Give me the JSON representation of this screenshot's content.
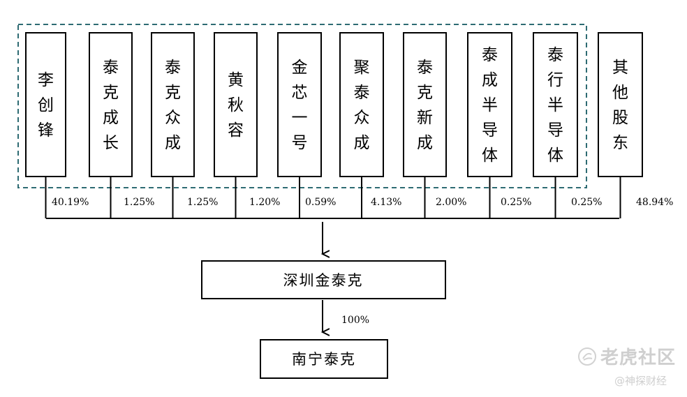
{
  "holders": [
    {
      "name": "李创锋",
      "pct": "40.19%"
    },
    {
      "name": "泰克成长",
      "pct": "1.25%"
    },
    {
      "name": "泰克众成",
      "pct": "1.25%"
    },
    {
      "name": "黄秋容",
      "pct": "1.20%"
    },
    {
      "name": "金芯一号",
      "pct": "0.59%"
    },
    {
      "name": "聚泰众成",
      "pct": "4.13%"
    },
    {
      "name": "泰克新成",
      "pct": "2.00%"
    },
    {
      "name": "泰成半导体",
      "pct": "0.25%"
    },
    {
      "name": "泰行半导体",
      "pct": "0.25%"
    },
    {
      "name": "其他股东",
      "pct": "48.94%"
    }
  ],
  "company": {
    "name": "深圳金泰克"
  },
  "subsidiary": {
    "name": "南宁泰克",
    "pct": "100%"
  },
  "watermark": {
    "main": "老虎社区",
    "sub": "@神探财经",
    "icon": "tiger-logo-icon"
  },
  "colors": {
    "dash_border": "#2e6b73",
    "line": "#000000",
    "watermark": "#cfcfcf"
  }
}
